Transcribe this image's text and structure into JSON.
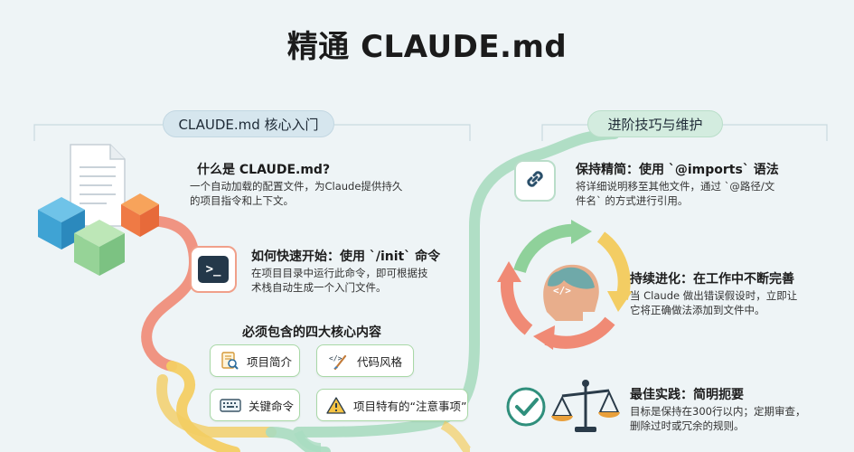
{
  "title": "精通 CLAUDE.md",
  "left_section": {
    "pill_label": "CLAUDE.md 核心入门",
    "what": {
      "heading": "什么是 CLAUDE.md?",
      "desc_line1": "一个自动加载的配置文件，为Claude提供持久",
      "desc_line2": "的项目指令和上下文。"
    },
    "quickstart": {
      "heading": "如何快速开始：使用 `/init` 命令",
      "desc_line1": "在项目目录中运行此命令，即可根据技",
      "desc_line2": "术栈自动生成一个入门文件。",
      "terminal_glyph": ">_"
    },
    "core": {
      "heading": "必须包含的四大核心内容",
      "items": [
        {
          "label": "项目简介",
          "icon": "document-search-icon"
        },
        {
          "label": "代码风格",
          "icon": "code-brush-icon"
        },
        {
          "label": "关键命令",
          "icon": "keyboard-icon"
        },
        {
          "label": "项目特有的“注意事项”",
          "icon": "warning-icon"
        }
      ]
    }
  },
  "right_section": {
    "pill_label": "进阶技巧与维护",
    "concise": {
      "heading": "保持精简：使用 `@imports` 语法",
      "desc_line1": "将详细说明移至其他文件，通过 `@路径/文",
      "desc_line2": "件名` 的方式进行引用。"
    },
    "evolve": {
      "heading": "持续进化：在工作中不断完善",
      "desc_line1": "当 Claude 做出错误假设时，立即让",
      "desc_line2": "它将正确做法添加到文件中。",
      "center_glyph": "</>"
    },
    "best": {
      "heading": "最佳实践：简明扼要",
      "desc_line1": "目标是保持在300行以内；定期审查，",
      "desc_line2": "删除过时或冗余的规则。"
    }
  },
  "colors": {
    "coral": "#f08a75",
    "yellow": "#f3cd63",
    "mint": "#a9dcc0",
    "green": "#8fd19a",
    "teal": "#3f9b8a",
    "navy": "#24384a"
  }
}
